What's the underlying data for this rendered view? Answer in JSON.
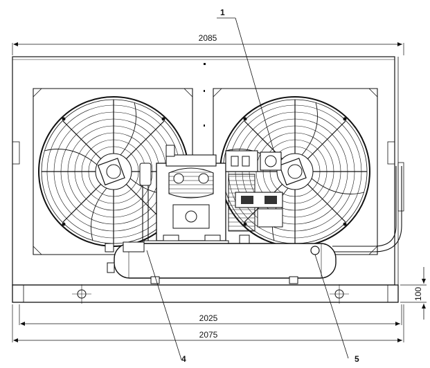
{
  "dimensions": {
    "overall_width_top": "2085",
    "base_inner_width": "2025",
    "base_outer_width": "2075",
    "base_height": "100"
  },
  "callouts": {
    "c1": "1",
    "c4": "4",
    "c5": "5"
  },
  "colors": {
    "line": "#111111",
    "background": "#ffffff"
  }
}
